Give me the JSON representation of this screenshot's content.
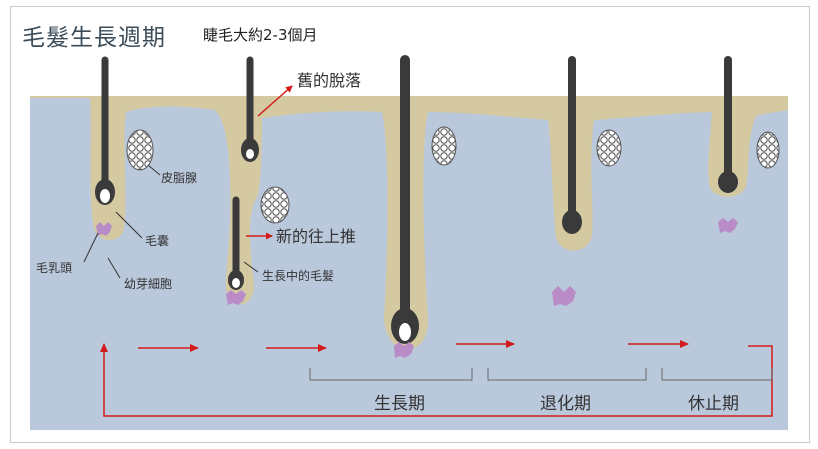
{
  "title": "毛髮生長週期",
  "subtitle": "睫毛大約2-3個月",
  "labels": {
    "sebaceous_gland": "皮脂腺",
    "hair_follicle": "毛囊",
    "dermal_papilla": "毛乳頭",
    "germ_cells": "幼芽細胞",
    "growing_hair": "生長中的毛髮",
    "old_shedding": "舊的脫落",
    "new_pushing_up": "新的往上推"
  },
  "phases": {
    "anagen": "生長期",
    "catagen": "退化期",
    "telogen": "休止期"
  },
  "colors": {
    "skin_bg": "#bac8dc",
    "follicle_tan": "#d4c9a1",
    "hair_dark": "#3a3a3a",
    "papilla_purple": "#b98cc8",
    "cycle_arrow": "#d21a1a"
  }
}
